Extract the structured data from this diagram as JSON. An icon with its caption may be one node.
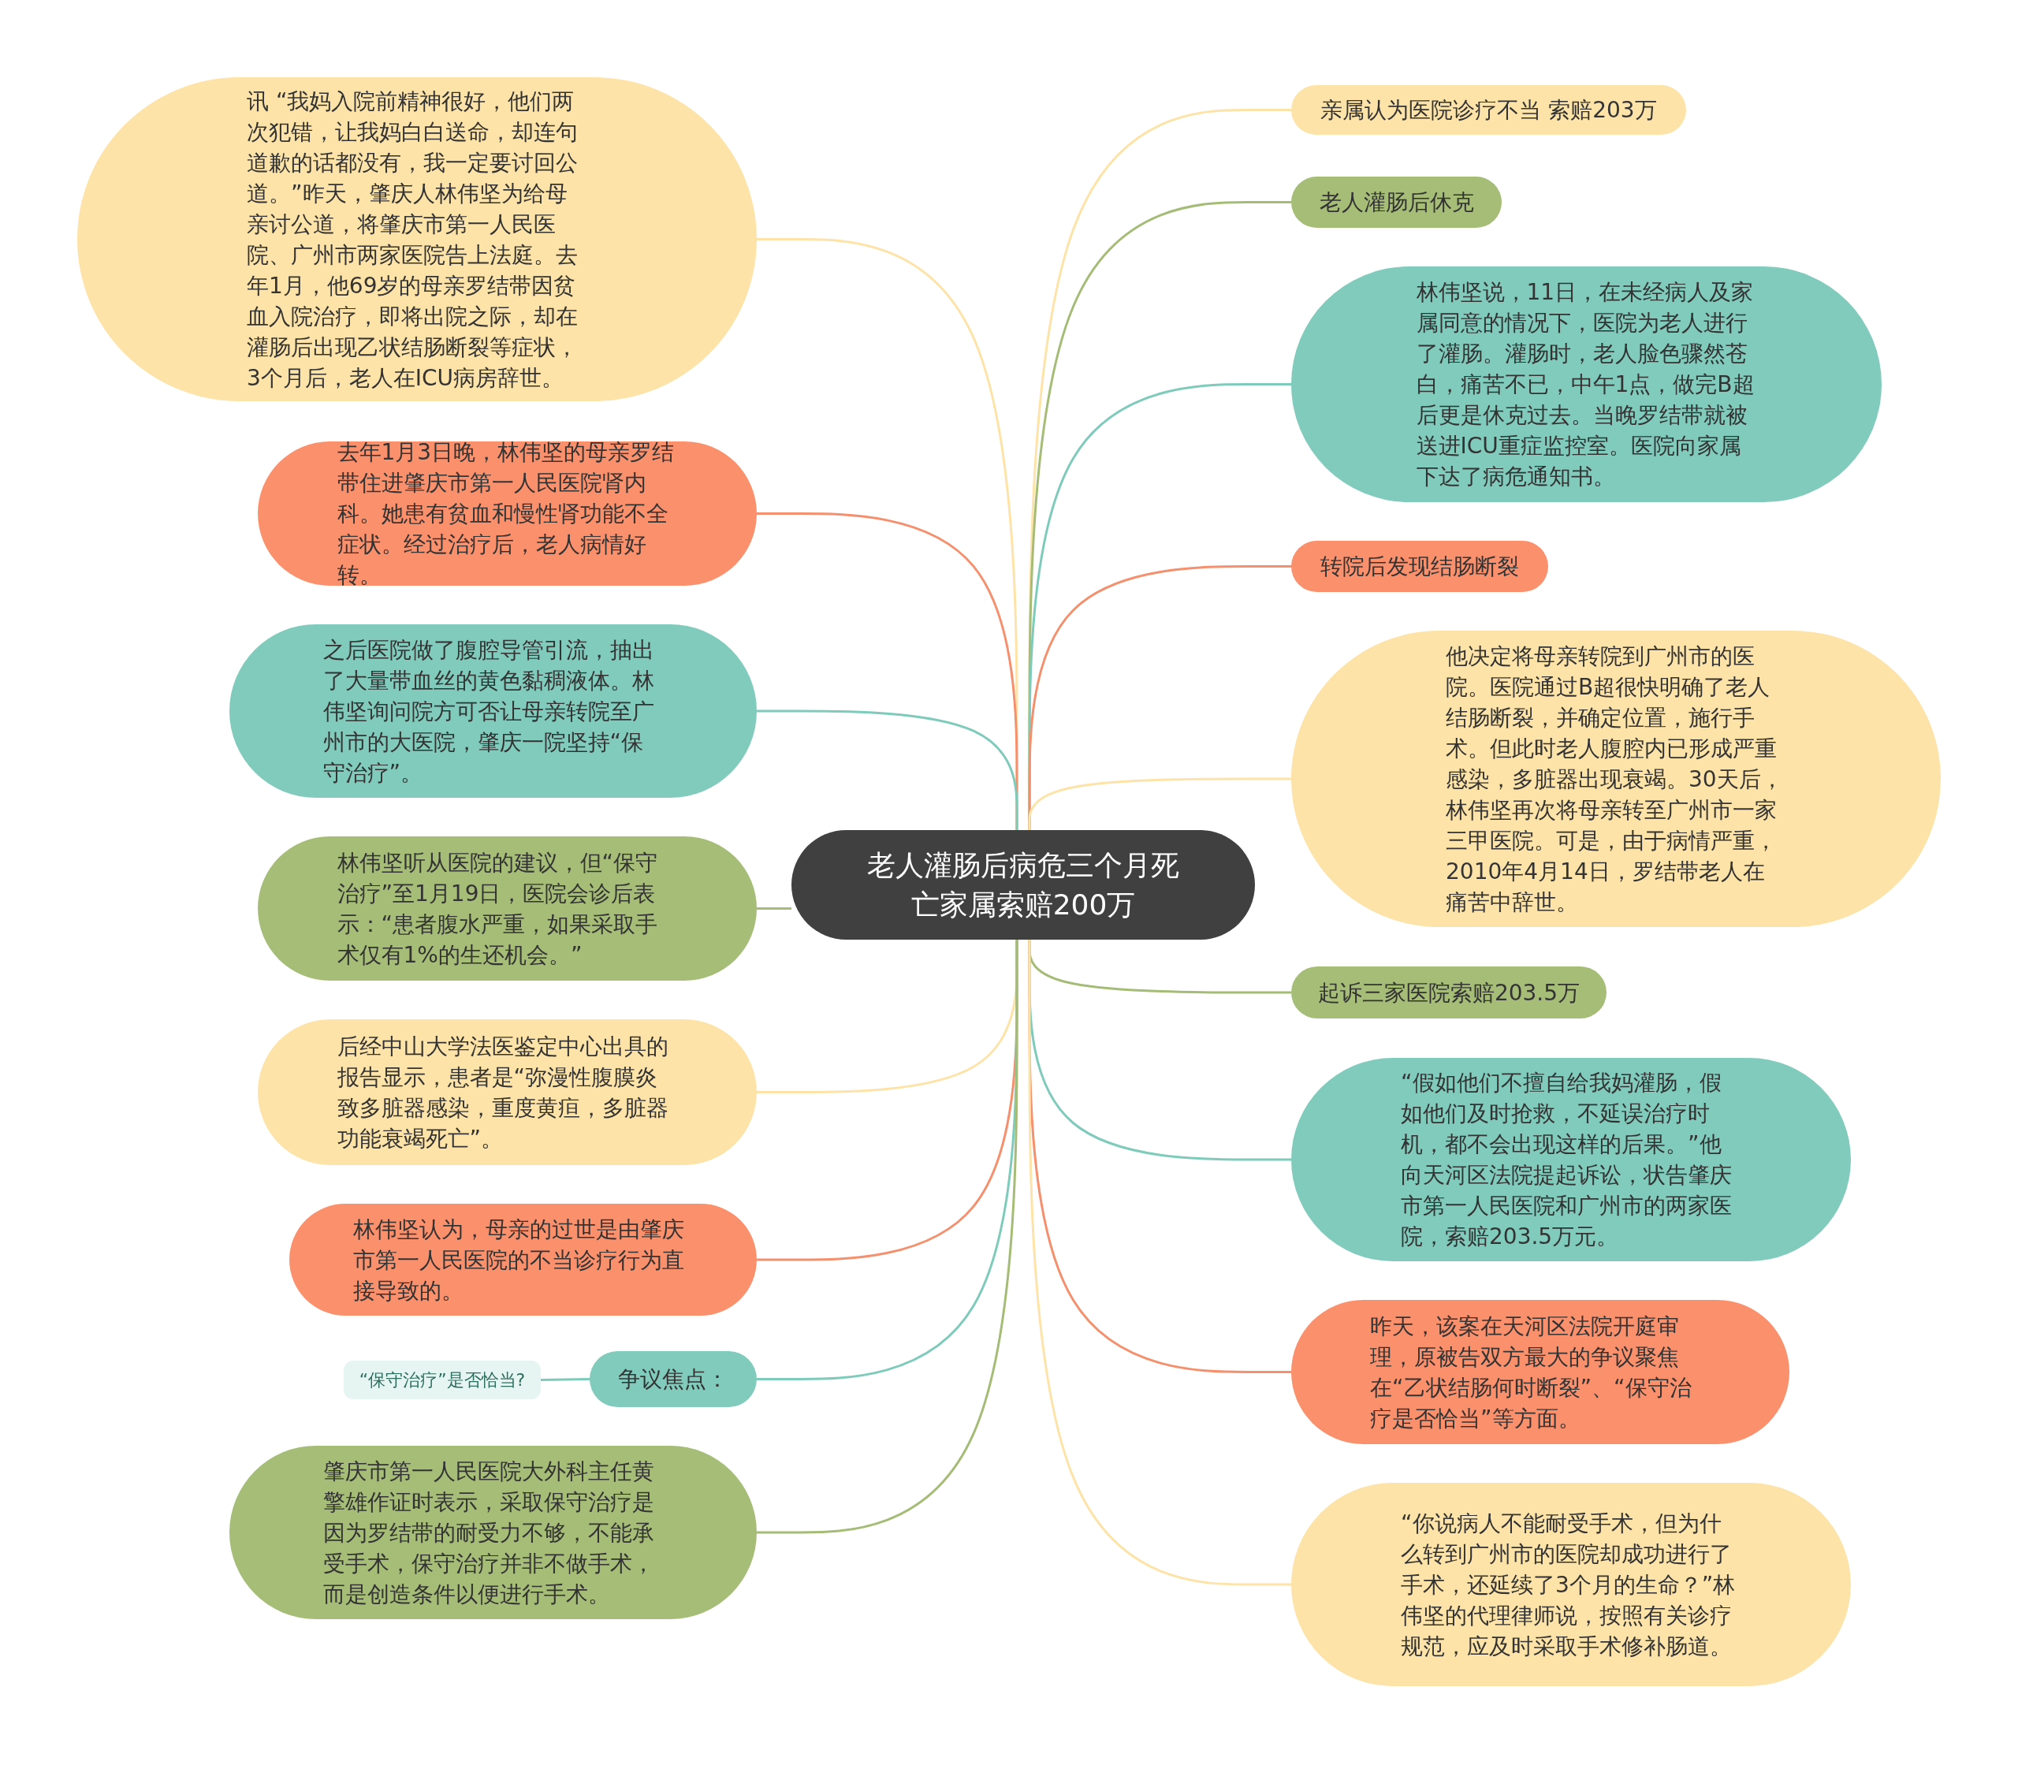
{
  "diagram": {
    "nodes": [
      {
        "text": [
          "老人灌肠后病危三个月死亡家属索赔200万"
        ]
      },
      {
        "text": [
          "讯 “我妈入院前精神很好，他们两次犯错，让我妈白白送命，却连句道歉的话都没有，我一定要讨回公道。”昨天，肇庆人林伟坚为给母亲讨公道，将肇庆市第一人民医院、广州市两家医院告上法庭。去年1月，他69岁的母亲罗结带因贫血入院治疗，即将出院之际，却在灌肠后出现乙状结肠断裂等症状，3个月后，老人在ICU病房辞世。"
        ]
      },
      {
        "text": [
          "去年1月3日晚，林伟坚的母亲罗结带住进肇庆市第一人民医院肾内科。她患有贫血和慢性肾功能不全症状。经过治疗后，老人病情好转。"
        ]
      },
      {
        "text": [
          "之后医院做了腹腔导管引流，抽出了大量带血丝的黄色黏稠液体。林伟坚询问院方可否让母亲转院至广州市的大医院，肇庆一院坚持“保守治疗”。"
        ]
      },
      {
        "text": [
          "林伟坚听从医院的建议，但“保守治疗”至1月19日，医院会诊后表示：“患者腹水严重，如果采取手术仅有1%的生还机会。”"
        ]
      },
      {
        "text": [
          "后经中山大学法医鉴定中心出具的报告显示，患者是“弥漫性腹膜炎致多脏器感染，重度黄疸，多脏器功能衰竭死亡”。"
        ]
      },
      {
        "text": [
          "林伟坚认为，母亲的过世是由肇庆市第一人民医院的不当诊疗行为直接导致的。"
        ]
      },
      {
        "text": [
          "争议焦点："
        ]
      },
      {
        "text": [
          "“保守治疗”是否恰当?"
        ]
      },
      {
        "text": [
          "肇庆市第一人民医院大外科主任黄擎雄作证时表示，采取保守治疗是因为罗结带的耐受力不够，不能承受手术，保守治疗并非不做手术，而是创造条件以便进行手术。"
        ]
      },
      {
        "text": [
          "亲属认为医院诊疗不当 索赔203万"
        ]
      },
      {
        "text": [
          "老人灌肠后休克"
        ]
      },
      {
        "text": [
          "林伟坚说，11日，在未经病人及家属同意的情况下，医院为老人进行了灌肠。灌肠时，老人脸色骤然苍白，痛苦不已，中午1点，做完B超后更是休克过去。当晚罗结带就被送进ICU重症监控室。医院向家属下达了病危通知书。"
        ]
      },
      {
        "text": [
          "转院后发现结肠断裂"
        ]
      },
      {
        "text": [
          "他决定将母亲转院到广州市的医院。医院通过B超很快明确了老人结肠断裂，并确定位置，施行手术。但此时老人腹腔内已形成严重感染，多脏器出现衰竭。30天后，林伟坚再次将母亲转至广州市一家三甲医院。可是，由于病情严重，2010年4月14日，罗结带老人在痛苦中辞世。"
        ]
      },
      {
        "text": [
          "起诉三家医院索赔203.5万"
        ]
      },
      {
        "text": [
          "“假如他们不擅自给我妈灌肠，假如他们及时抢救，不延误治疗时机，都不会出现这样的后果。”他向天河区法院提起诉讼，状告肇庆市第一人民医院和广州市的两家医院，索赔203.5万元。"
        ]
      },
      {
        "text": [
          "昨天，该案在天河区法院开庭审理，原被告双方最大的争议聚焦在“乙状结肠何时断裂”、“保守治疗是否恰当”等方面。"
        ]
      },
      {
        "text": [
          "“你说病人不能耐受手术，但为什么转到广州市的医院却成功进行了手术，还延续了3个月的生命？”林伟坚的代理律师说，按照有关诊疗规范，应及时采取手术修补肠道。"
        ]
      }
    ],
    "edges": [
      {
        "from": 0,
        "to": 1,
        "arrow": "none",
        "color": "#fde3a8"
      },
      {
        "from": 0,
        "to": 2,
        "arrow": "none",
        "color": "#f4906d"
      },
      {
        "from": 0,
        "to": 3,
        "arrow": "none",
        "color": "#7fcbbb"
      },
      {
        "from": 0,
        "to": 4,
        "arrow": "none",
        "color": "#a5bc77"
      },
      {
        "from": 0,
        "to": 5,
        "arrow": "none",
        "color": "#fde3a8"
      },
      {
        "from": 0,
        "to": 6,
        "arrow": "none",
        "color": "#f4906d"
      },
      {
        "from": 0,
        "to": 7,
        "arrow": "none",
        "color": "#7fcbbb"
      },
      {
        "from": 7,
        "to": 8,
        "arrow": "none",
        "color": "#7fcbbb"
      },
      {
        "from": 0,
        "to": 9,
        "arrow": "none",
        "color": "#a5bc77"
      },
      {
        "from": 0,
        "to": 10,
        "arrow": "none",
        "color": "#fde3a8"
      },
      {
        "from": 0,
        "to": 11,
        "arrow": "none",
        "color": "#a5bc77"
      },
      {
        "from": 0,
        "to": 12,
        "arrow": "none",
        "color": "#7fcbbb"
      },
      {
        "from": 0,
        "to": 13,
        "arrow": "none",
        "color": "#f4906d"
      },
      {
        "from": 0,
        "to": 14,
        "arrow": "none",
        "color": "#fde3a8"
      },
      {
        "from": 0,
        "to": 15,
        "arrow": "none",
        "color": "#a5bc77"
      },
      {
        "from": 0,
        "to": 16,
        "arrow": "none",
        "color": "#7fcbbb"
      },
      {
        "from": 0,
        "to": 17,
        "arrow": "none",
        "color": "#f4906d"
      },
      {
        "from": 0,
        "to": 18,
        "arrow": "none",
        "color": "#fde3a8"
      }
    ]
  }
}
